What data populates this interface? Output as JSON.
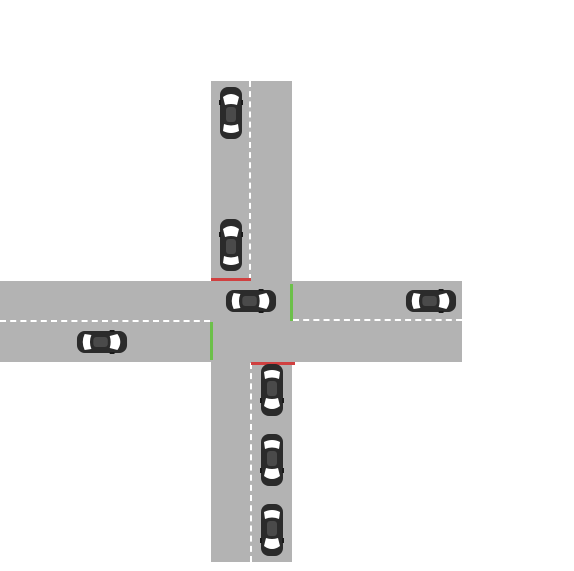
{
  "scene": "four-way-intersection",
  "colors": {
    "road": "#b3b3b3",
    "lane_marking": "#ffffff",
    "signal_red": "#d04040",
    "signal_green": "#6cc04a",
    "car_body": "#2b2b2b",
    "car_window": "#ffffff"
  },
  "signals": {
    "north_approach": "red",
    "east_approach": "green",
    "south_approach": "red",
    "west_approach": "green"
  },
  "cars": [
    {
      "id": "car-north-lane-1",
      "heading": "south"
    },
    {
      "id": "car-north-lane-2",
      "heading": "south"
    },
    {
      "id": "car-intersection",
      "heading": "east"
    },
    {
      "id": "car-east-lane",
      "heading": "east"
    },
    {
      "id": "car-west-lane",
      "heading": "east"
    },
    {
      "id": "car-south-lane-1",
      "heading": "north"
    },
    {
      "id": "car-south-lane-2",
      "heading": "north"
    },
    {
      "id": "car-south-lane-3",
      "heading": "north"
    }
  ]
}
